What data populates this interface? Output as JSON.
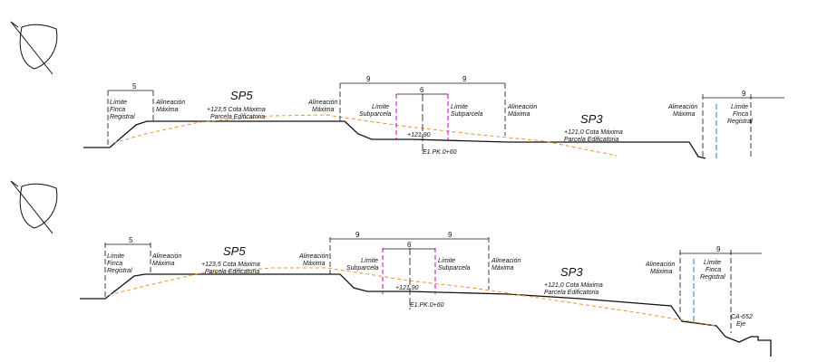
{
  "colors": {
    "line": "#111111",
    "terrain": "#e8952f",
    "subparcela": "#c000c0",
    "registral": "#2a6fdb"
  },
  "north_icon": "north-arrow-icon",
  "sections": [
    {
      "id": "upper",
      "dims": {
        "left": "5",
        "mid_a": "9",
        "mid_b": "9",
        "mid_c": "6",
        "right": "9"
      },
      "labels": {
        "limite_finca_left": [
          "Límite",
          "Finca",
          "Registral"
        ],
        "alineacion_left": [
          "Alineación",
          "Máxima"
        ],
        "sp5": "SP5",
        "sp5_cota": [
          "+123,5 Cota Máxima",
          "Parcela Edificatoria"
        ],
        "alineacion_mid": [
          "Alineación",
          "Máxima"
        ],
        "limite_sub_left": [
          "Límite",
          "Subparcela"
        ],
        "limite_sub_right": [
          "Límite",
          "Subparcela"
        ],
        "alineacion_right": [
          "Alineación",
          "Máxima"
        ],
        "level": "+121,90",
        "eje": "E1.PK.0+60",
        "sp3": "SP3",
        "sp3_cota": [
          "+121,0 Cota Máxima",
          "Parcela Edificatoria"
        ],
        "alineacion_far": [
          "Alineación",
          "Máxima"
        ],
        "limite_finca_right": [
          "Límite",
          "Finca",
          "Registral"
        ]
      }
    },
    {
      "id": "lower",
      "dims": {
        "left": "5",
        "mid_a": "9",
        "mid_b": "9",
        "mid_c": "6",
        "right": "9"
      },
      "labels": {
        "limite_finca_left": [
          "Límite",
          "Finca",
          "Registral"
        ],
        "alineacion_left": [
          "Alineación",
          "Máxima"
        ],
        "sp5": "SP5",
        "sp5_cota": [
          "+123,5 Cota Máxima",
          "Parcela Edificatoria"
        ],
        "alineacion_mid": [
          "Alineación",
          "Máxima"
        ],
        "limite_sub_left": [
          "Límite",
          "Subparcela"
        ],
        "limite_sub_right": [
          "Límite",
          "Subparcela"
        ],
        "alineacion_right": [
          "Alineación",
          "Máxima"
        ],
        "level": "+121,90",
        "eje": "E1.PK.0+60",
        "sp3": "SP3",
        "sp3_cota": [
          "+121,0 Cota Máxima",
          "Parcela Edificatoria"
        ],
        "alineacion_far": [
          "Alineación",
          "Máxima"
        ],
        "limite_finca_right": [
          "Límite",
          "Finca",
          "Registral"
        ],
        "road": [
          "CA-652",
          "Eje"
        ]
      }
    }
  ]
}
